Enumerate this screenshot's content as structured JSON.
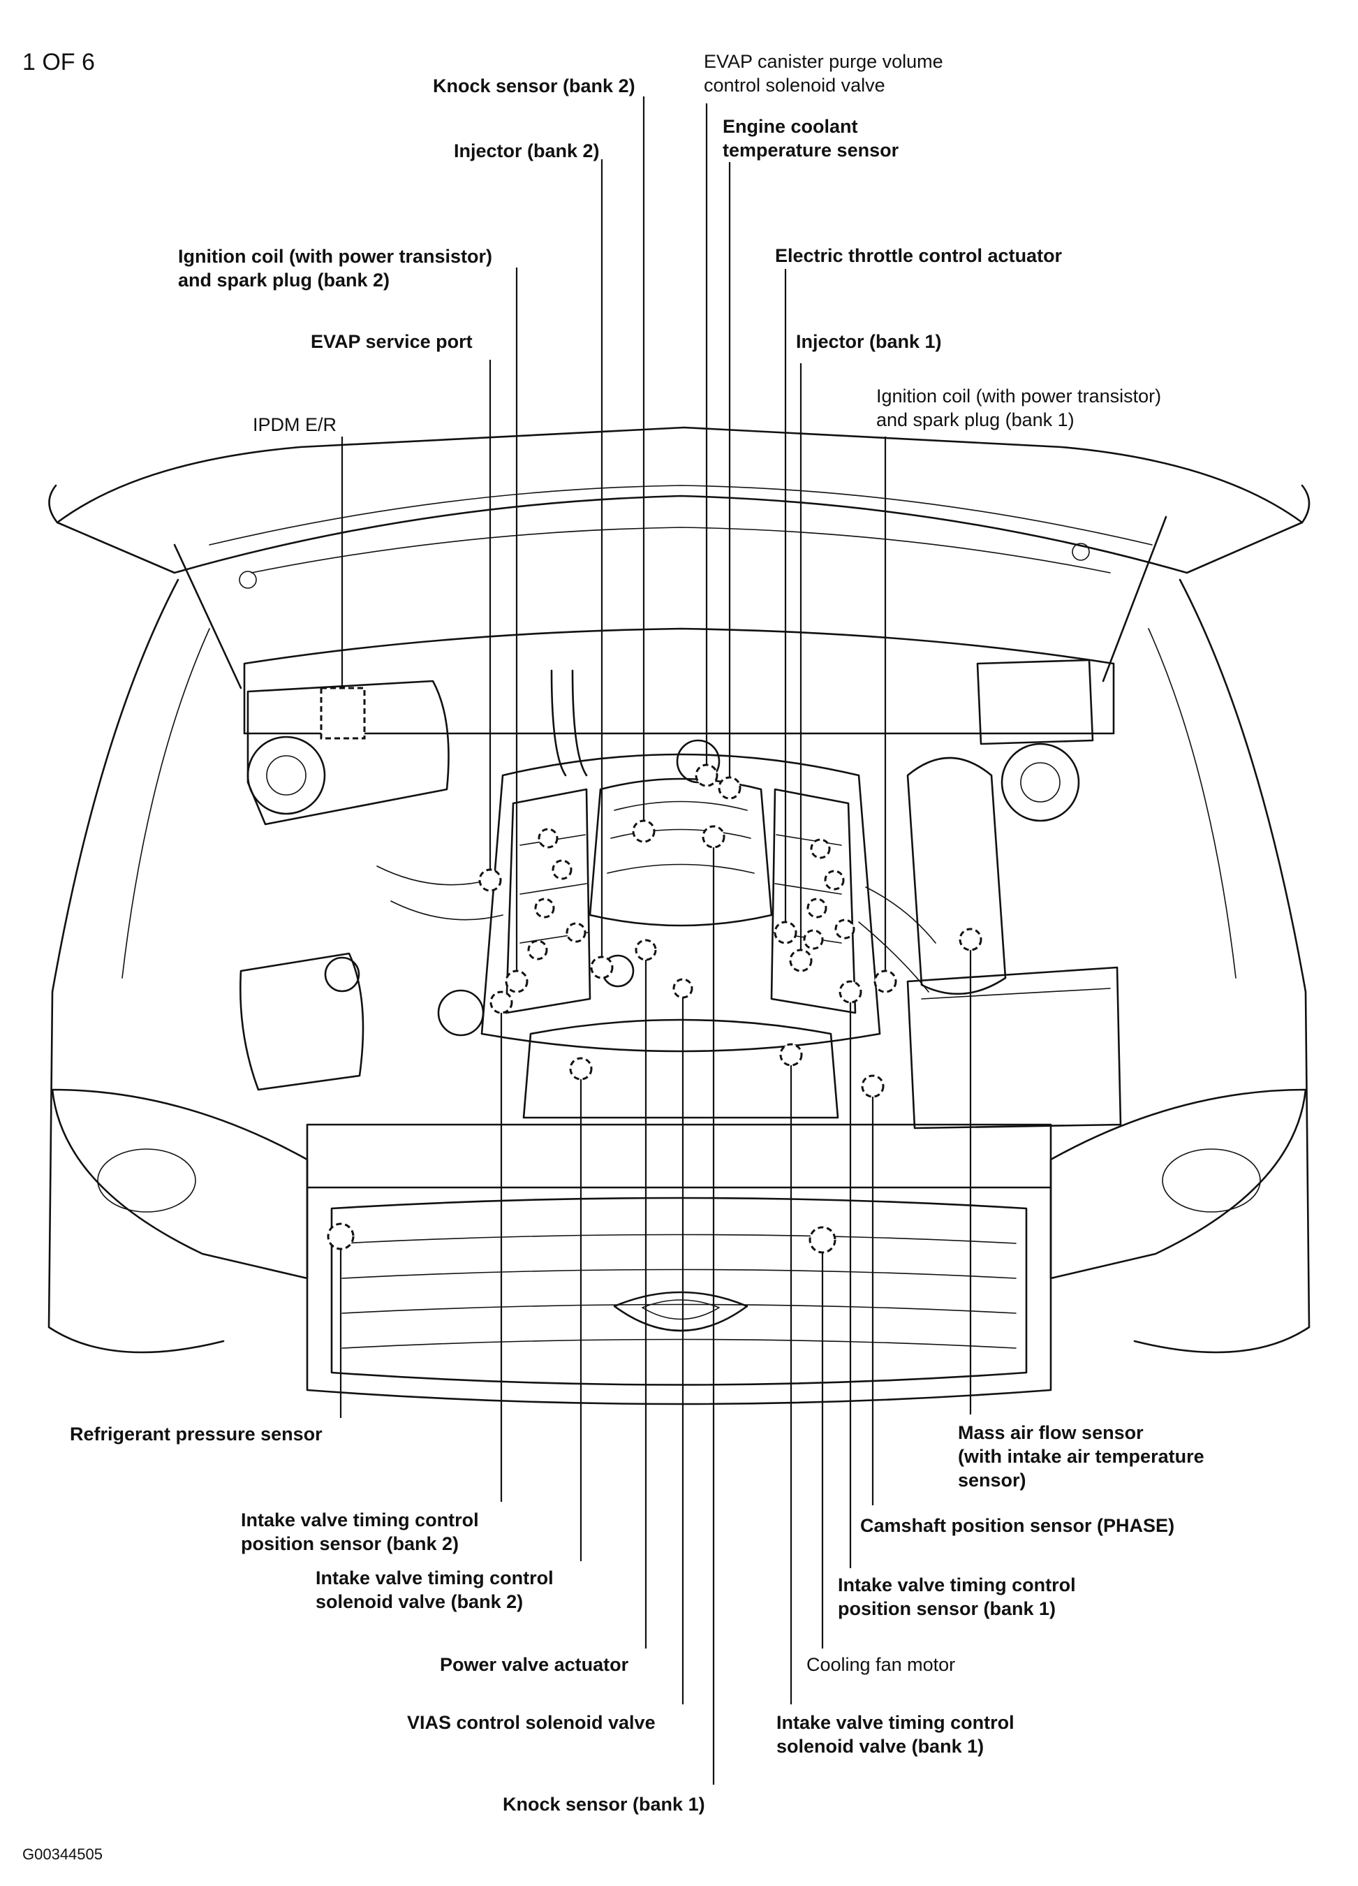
{
  "header": {
    "page_indicator": "1 OF 6"
  },
  "footer": {
    "figure_id": "G00344505"
  },
  "labels": {
    "evap_purge_valve": [
      "EVAP canister purge volume",
      "control solenoid valve"
    ],
    "knock_sensor_bank2": [
      "Knock sensor (bank 2)"
    ],
    "engine_coolant_temp": [
      "Engine coolant",
      "temperature sensor"
    ],
    "injector_bank2": [
      "Injector (bank 2)"
    ],
    "ignition_coil_bank2": [
      "Ignition coil (with power transistor)",
      "and spark plug (bank 2)"
    ],
    "electric_throttle": [
      "Electric throttle control actuator"
    ],
    "evap_service_port": [
      "EVAP service port"
    ],
    "injector_bank1": [
      "Injector (bank 1)"
    ],
    "ignition_coil_bank1": [
      "Ignition coil (with power transistor)",
      "and spark plug (bank 1)"
    ],
    "ipdm": [
      "IPDM E/R"
    ],
    "refrigerant_pressure": [
      "Refrigerant pressure sensor"
    ],
    "maf_sensor": [
      "Mass air flow sensor",
      "(with intake air temperature",
      "sensor)"
    ],
    "ivt_position_bank2": [
      "Intake valve timing control",
      "position sensor (bank 2)"
    ],
    "camshaft_phase": [
      "Camshaft position sensor (PHASE)"
    ],
    "ivt_solenoid_bank2": [
      "Intake valve timing control",
      "solenoid valve (bank 2)"
    ],
    "ivt_position_bank1": [
      "Intake valve timing control",
      "position sensor (bank 1)"
    ],
    "power_valve_actuator": [
      "Power valve actuator"
    ],
    "cooling_fan_motor": [
      "Cooling fan motor"
    ],
    "vias_solenoid": [
      "VIAS control solenoid valve"
    ],
    "ivt_solenoid_bank1": [
      "Intake valve timing control",
      "solenoid valve (bank 1)"
    ],
    "knock_sensor_bank1": [
      "Knock sensor (bank 1)"
    ]
  }
}
